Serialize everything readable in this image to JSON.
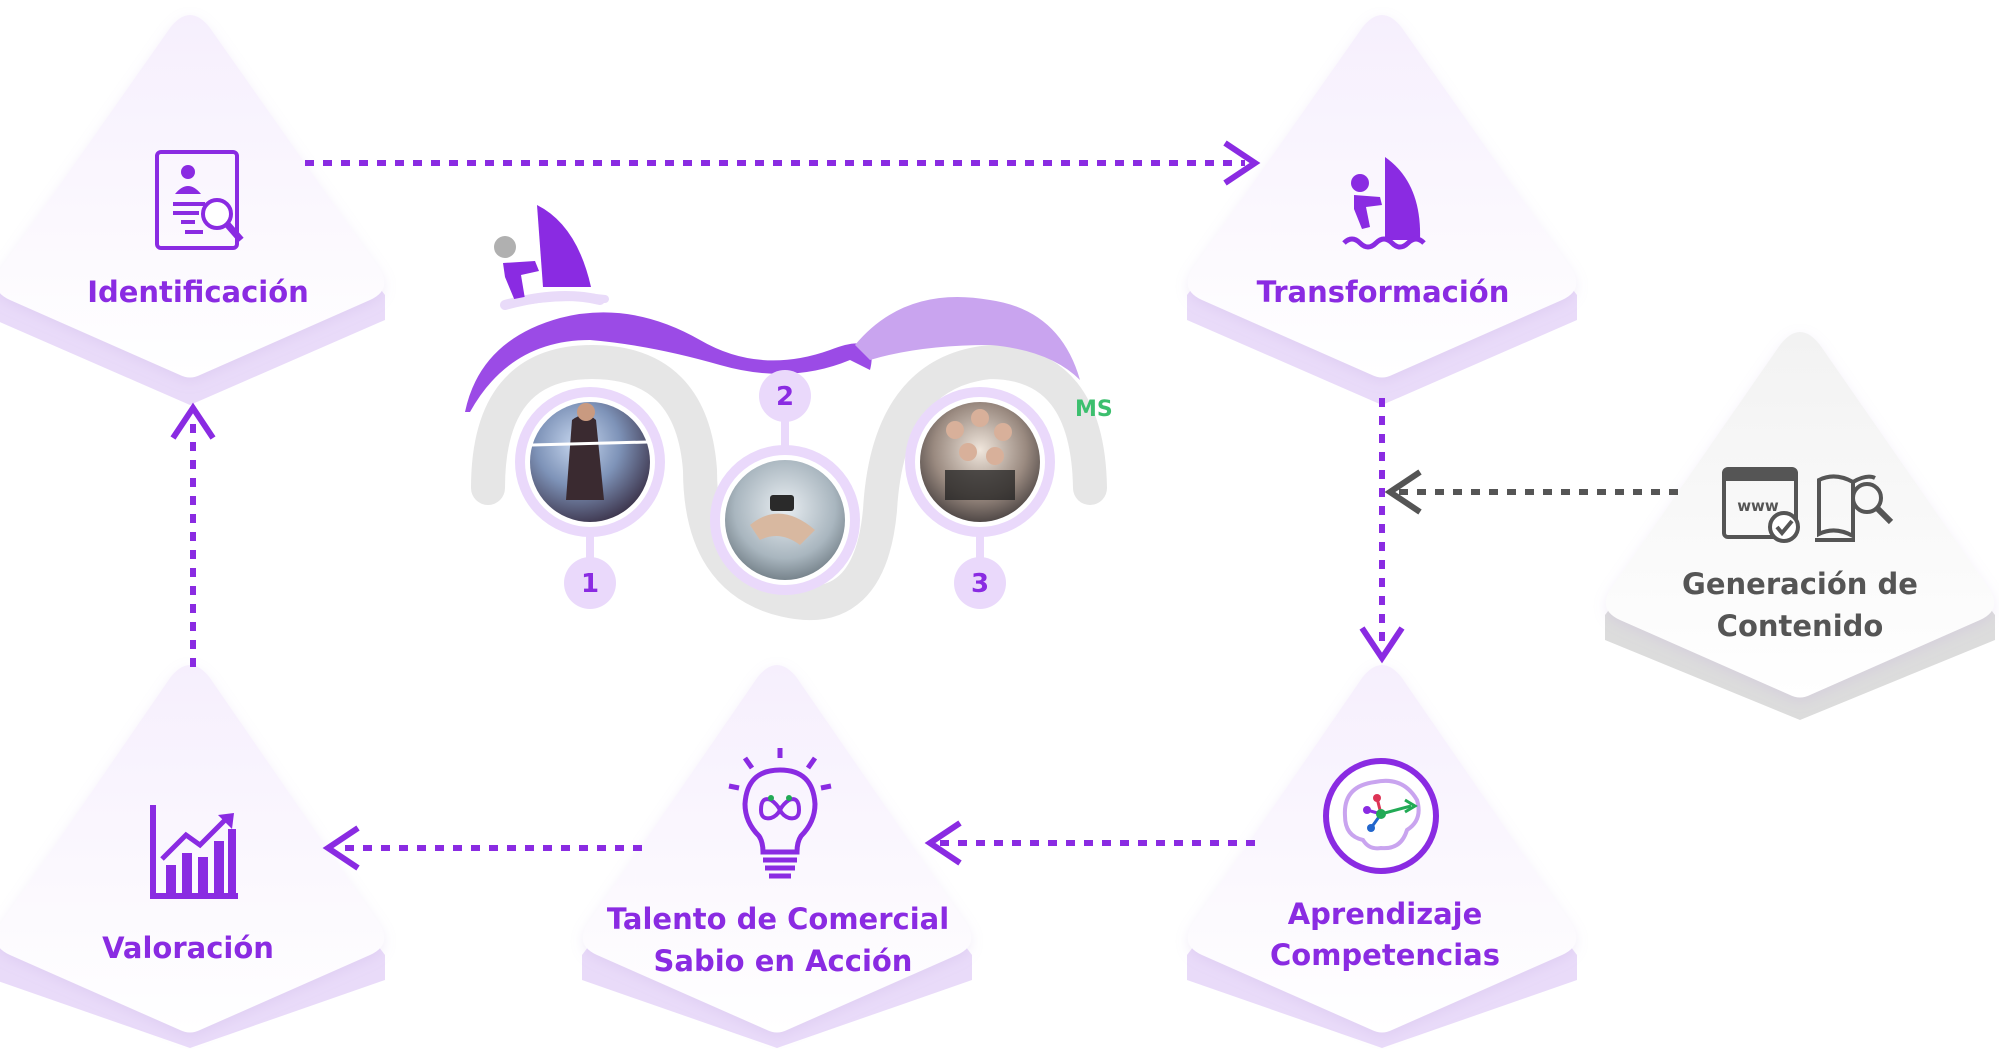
{
  "colors": {
    "accent": "#8a2be2",
    "accent_light": "#d9b8f5",
    "card_shadow_purple": "#e3d2f7",
    "card_shadow_gray": "#d4d4d4",
    "gray": "#555555",
    "road": "#e6e6e6"
  },
  "nodes": {
    "identificacion": {
      "label": "Identificación",
      "icon": "resume-search-icon"
    },
    "transformacion": {
      "label": "Transformación",
      "icon": "windsurfer-icon"
    },
    "generacion": {
      "line1": "Generación de",
      "line2": "Contenido",
      "icons": [
        "www-check-icon",
        "book-search-icon"
      ]
    },
    "aprendizaje": {
      "line1": "Aprendizaje",
      "line2": "Competencias",
      "icon": "brain-network-icon"
    },
    "talento": {
      "line1": "Talento de Comercial",
      "line2": "Sabio en Acción",
      "icon": "lightbulb-icon"
    },
    "valoracion": {
      "label": "Valoración",
      "icon": "growth-chart-icon"
    }
  },
  "center": {
    "steps": [
      "1",
      "2",
      "3"
    ],
    "photos": [
      "businessman-photo",
      "handshake-photo",
      "team-selfie-photo"
    ],
    "logo_mark": "MS"
  }
}
